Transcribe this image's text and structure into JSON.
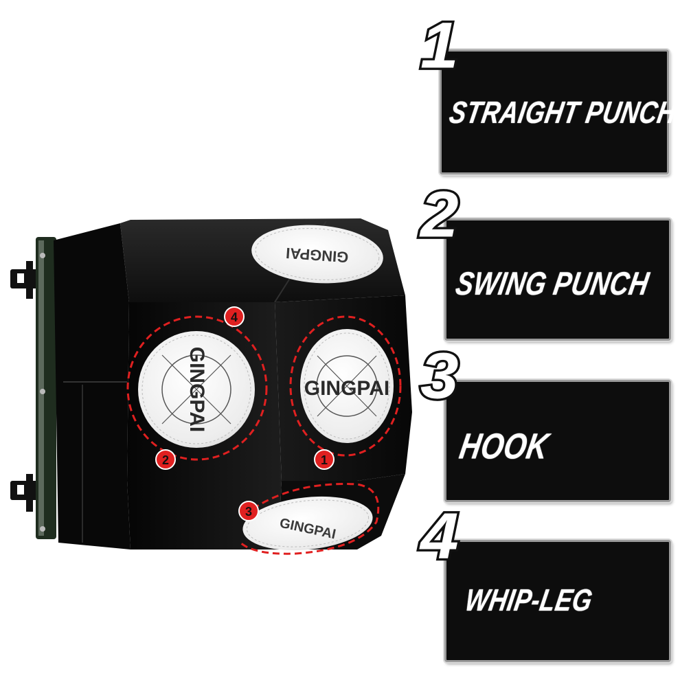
{
  "brand": {
    "logo_text": "GINGPAI"
  },
  "target": {
    "zones": [
      {
        "number": "1"
      },
      {
        "number": "2"
      },
      {
        "number": "3"
      },
      {
        "number": "4"
      }
    ],
    "marker_color": "#e02020",
    "body_color": "#121212",
    "pad_color": "#f4f4f4"
  },
  "techniques": [
    {
      "number": "1",
      "label": "STRAIGHT  PUNCH"
    },
    {
      "number": "2",
      "label": "SWING PUNCH"
    },
    {
      "number": "3",
      "label": "HOOK"
    },
    {
      "number": "4",
      "label": "WHIP-LEG"
    }
  ]
}
